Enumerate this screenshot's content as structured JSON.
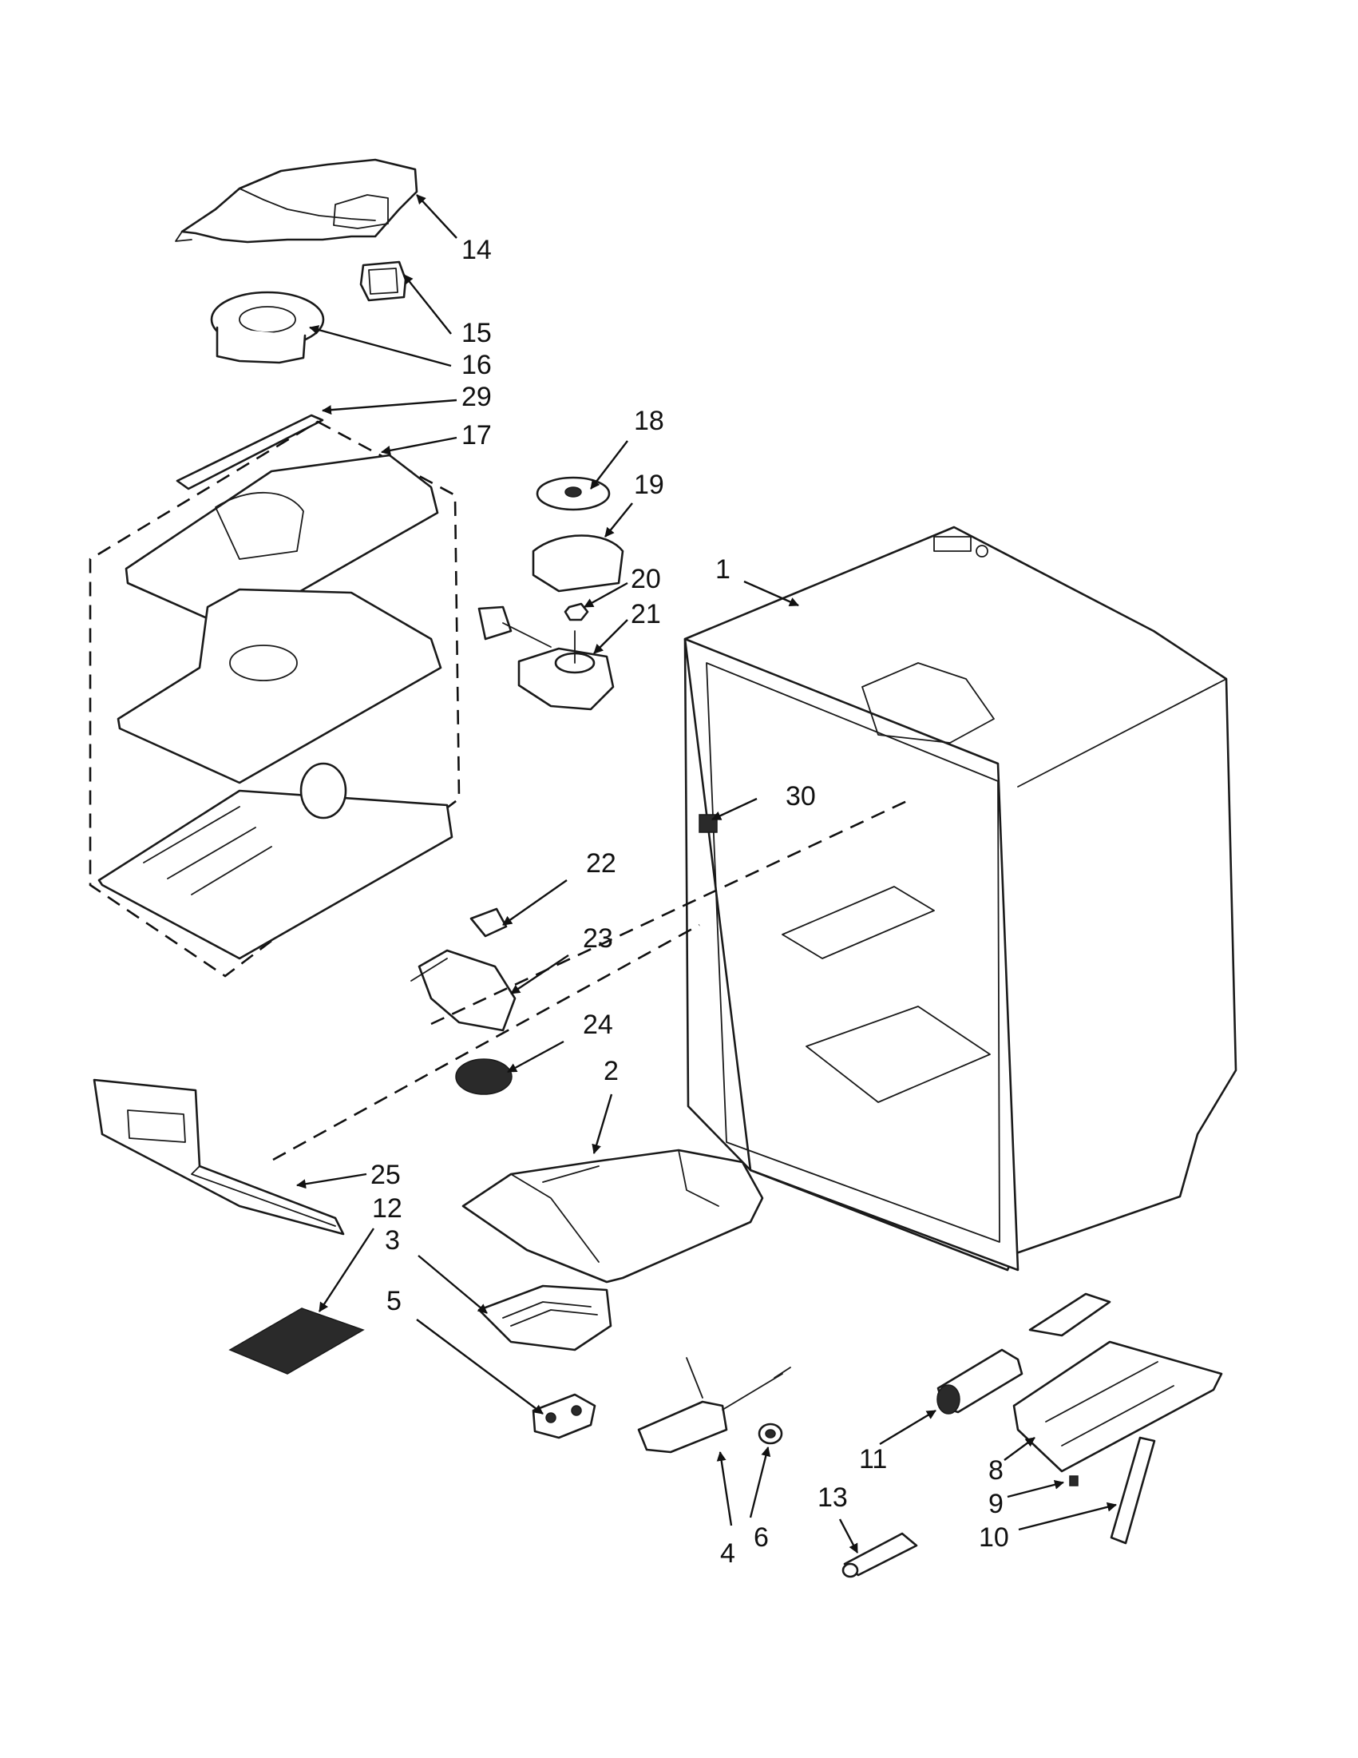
{
  "callouts": [
    {
      "id": "c1",
      "label": "1"
    },
    {
      "id": "c2",
      "label": "2"
    },
    {
      "id": "c3",
      "label": "3"
    },
    {
      "id": "c4",
      "label": "4"
    },
    {
      "id": "c5",
      "label": "5"
    },
    {
      "id": "c6",
      "label": "6"
    },
    {
      "id": "c8",
      "label": "8"
    },
    {
      "id": "c9",
      "label": "9"
    },
    {
      "id": "c10",
      "label": "10"
    },
    {
      "id": "c11",
      "label": "11"
    },
    {
      "id": "c12",
      "label": "12"
    },
    {
      "id": "c13",
      "label": "13"
    },
    {
      "id": "c14",
      "label": "14"
    },
    {
      "id": "c15",
      "label": "15"
    },
    {
      "id": "c16",
      "label": "16"
    },
    {
      "id": "c17",
      "label": "17"
    },
    {
      "id": "c18",
      "label": "18"
    },
    {
      "id": "c19",
      "label": "19"
    },
    {
      "id": "c20",
      "label": "20"
    },
    {
      "id": "c21",
      "label": "21"
    },
    {
      "id": "c22",
      "label": "22"
    },
    {
      "id": "c23",
      "label": "23"
    },
    {
      "id": "c24",
      "label": "24"
    },
    {
      "id": "c25",
      "label": "25"
    },
    {
      "id": "c29",
      "label": "29"
    },
    {
      "id": "c30",
      "label": "30"
    }
  ]
}
